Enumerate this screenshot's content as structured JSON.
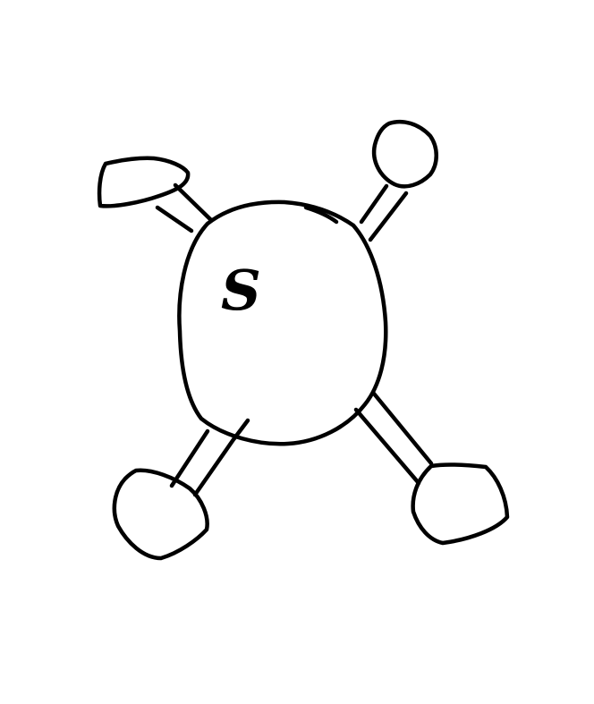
{
  "diagram": {
    "central_atom": {
      "label": "S"
    },
    "substituents": [
      {
        "id": "upper-left",
        "bond": "double"
      },
      {
        "id": "upper-right",
        "bond": "double"
      },
      {
        "id": "lower-left",
        "bond": "double"
      },
      {
        "id": "lower-right",
        "bond": "double"
      }
    ],
    "colors": {
      "ink": "#000000",
      "background": "#ffffff"
    }
  }
}
